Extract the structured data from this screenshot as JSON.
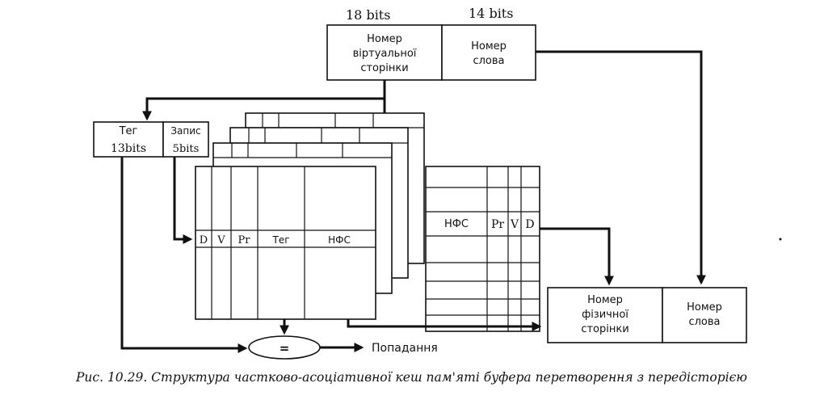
{
  "virtual_address": {
    "bits_left": "18 bits",
    "bits_right": "14 bits",
    "page_number": [
      "Номер",
      "віртуальної",
      "сторінки"
    ],
    "word_number": [
      "Номер",
      "слова"
    ]
  },
  "tag_field": {
    "tag": [
      "Тег",
      "13bits"
    ],
    "record": [
      "Запис",
      "5bits"
    ]
  },
  "front_table": {
    "columns": [
      "D",
      "V",
      "Pr",
      "Тег",
      "НФС"
    ]
  },
  "back_table": {
    "columns": [
      "НФС",
      "Pr",
      "V",
      "D"
    ]
  },
  "physical_address": {
    "page_number": [
      "Номер",
      "фізичної",
      "сторінки"
    ],
    "word_number": [
      "Номер",
      "слова"
    ]
  },
  "comparator": {
    "symbol": "=",
    "output_label": "Попадання"
  },
  "caption": "Рис. 10.29. Структура частково-асоціативної кеш пам'яті буфера перетворення з передісторією"
}
